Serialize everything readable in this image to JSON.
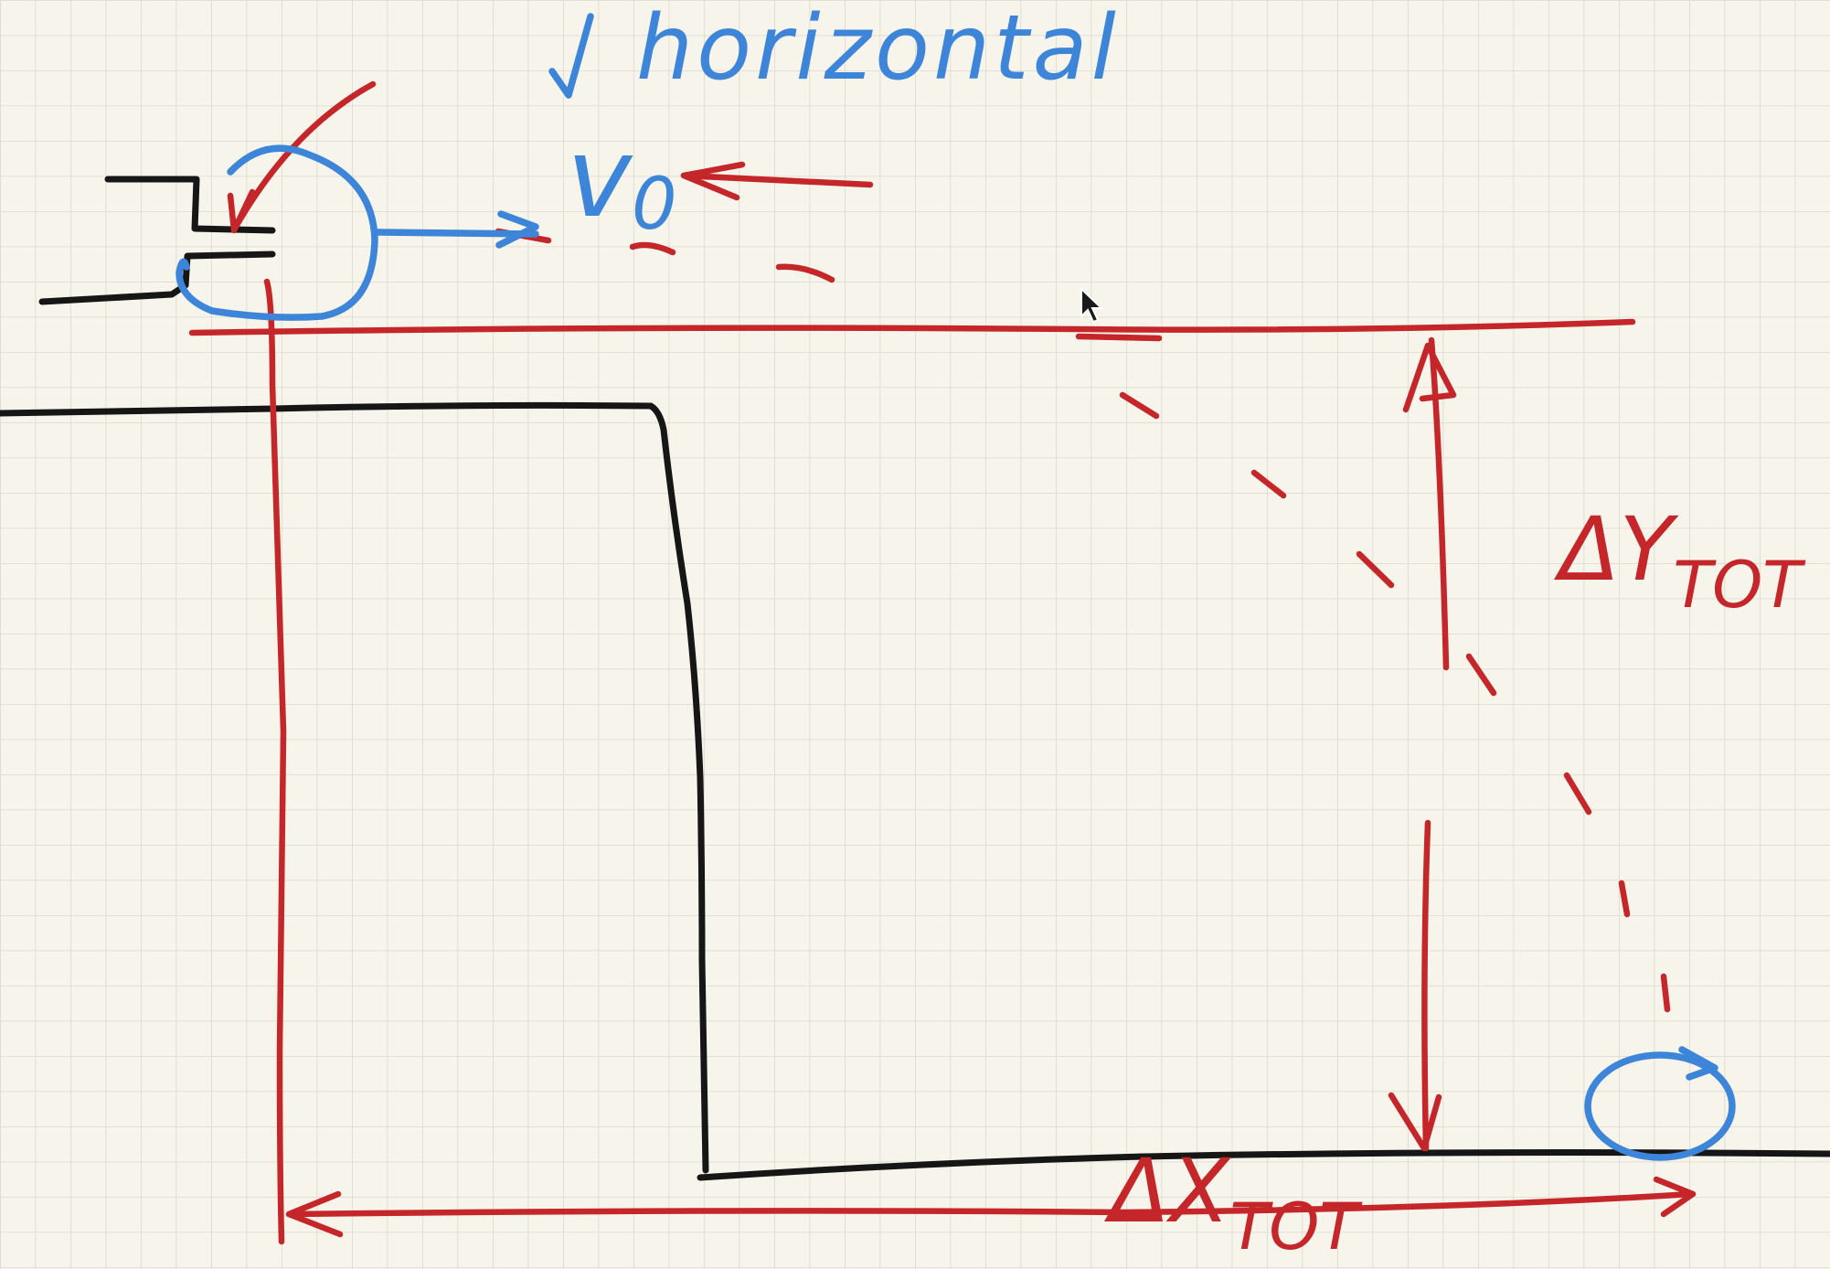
{
  "labels": {
    "horizontal": "horizontal",
    "v0_main": "v",
    "v0_sub": "0",
    "dy_main": "ΔY",
    "dy_sub": "TOT",
    "dx_main": "ΔX",
    "dx_sub": "TOT"
  },
  "colors": {
    "background": "#f7f4ec",
    "grid": "#dcd8cc",
    "black_ink": "#161616",
    "red_ink": "#c4262a",
    "blue_ink": "#3d85d8"
  },
  "icons": {
    "checkmark": "checkmark-icon",
    "cursor": "mouse-pointer-icon"
  }
}
